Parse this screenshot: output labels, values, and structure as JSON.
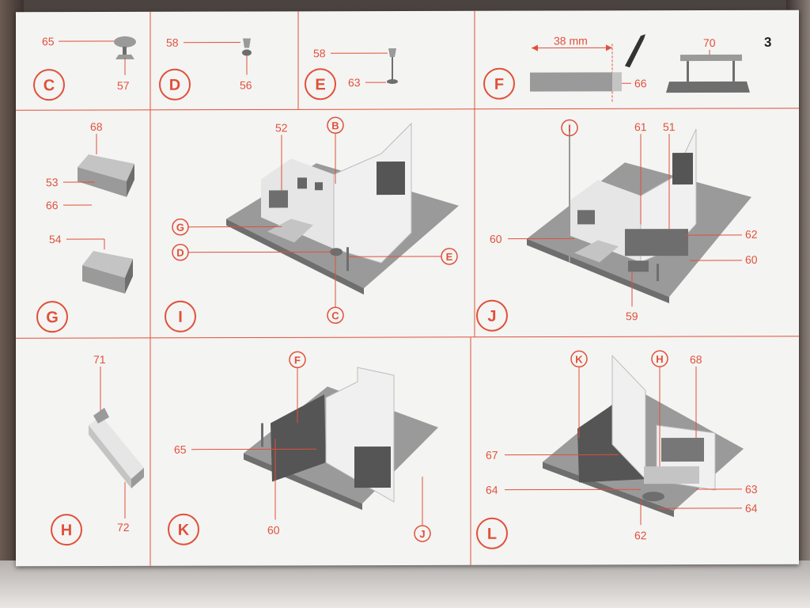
{
  "page_number": "3",
  "panels": {
    "C": {
      "letter": "C",
      "parts": [
        "65",
        "57"
      ]
    },
    "D": {
      "letter": "D",
      "parts": [
        "58",
        "56"
      ]
    },
    "E": {
      "letter": "E",
      "parts": [
        "58",
        "63"
      ]
    },
    "F": {
      "letter": "F",
      "measure": "38 mm",
      "parts": [
        "66",
        "70"
      ]
    },
    "G": {
      "letter": "G",
      "parts": [
        "68",
        "53",
        "66",
        "54"
      ]
    },
    "I": {
      "letter": "I",
      "parts": [
        "52"
      ],
      "refs": [
        "B",
        "G",
        "D",
        "E",
        "C"
      ]
    },
    "J": {
      "letter": "J",
      "parts": [
        "61",
        "51",
        "60",
        "62",
        "60",
        "59"
      ],
      "refs": [
        "I"
      ]
    },
    "H": {
      "letter": "H",
      "parts": [
        "71",
        "72"
      ]
    },
    "K": {
      "letter": "K",
      "parts": [
        "65",
        "60"
      ],
      "refs": [
        "F",
        "J"
      ]
    },
    "L": {
      "letter": "L",
      "parts": [
        "68",
        "67",
        "64",
        "63",
        "64",
        "62"
      ],
      "refs": [
        "K",
        "H"
      ]
    }
  },
  "colors": {
    "accent": "#e0503a",
    "paper": "#f4f4f2",
    "model_gray": "#9a9a9a"
  }
}
